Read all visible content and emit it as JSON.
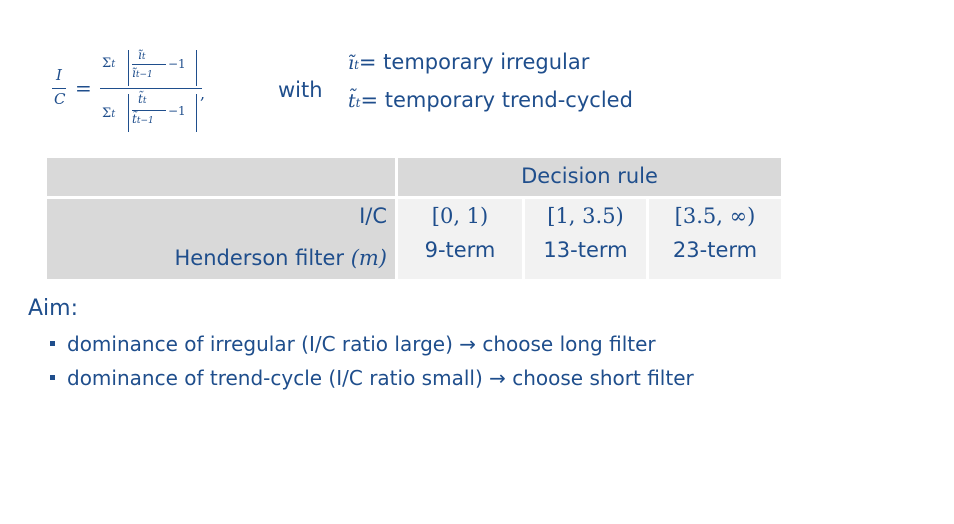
{
  "formula": {
    "lhs_num": "I",
    "lhs_den": "C",
    "equals": "=",
    "sum": "Σ",
    "sum_index": "t",
    "num_frac_num": "ĩ",
    "num_frac_num_sub": "t",
    "num_frac_den": "ĩ",
    "num_frac_den_sub": "t−1",
    "den_frac_num": "t̃",
    "den_frac_num_sub": "t",
    "den_frac_den": "t̃",
    "den_frac_den_sub": "t−1",
    "minus_one": "−1",
    "comma": ","
  },
  "with_label": "with",
  "definitions": [
    {
      "symbol": "ĩ",
      "subscript": "t",
      "text": "= temporary irregular"
    },
    {
      "symbol": "t̃",
      "subscript": "t",
      "text": "= temporary trend-cycled"
    }
  ],
  "table": {
    "header": "Decision rule",
    "row1_label": "I/C",
    "row2_label_text": "Henderson filter ",
    "row2_label_math": "(m)",
    "intervals": [
      "[0, 1)",
      "[1, 3.5)",
      "[3.5, ∞)"
    ],
    "filters": [
      "9-term",
      "13-term",
      "23-term"
    ]
  },
  "aim": {
    "title": "Aim:",
    "bullets": [
      "dominance of irregular (I/C ratio large) → choose long filter",
      "dominance of trend-cycle (I/C ratio small) → choose short filter"
    ]
  }
}
